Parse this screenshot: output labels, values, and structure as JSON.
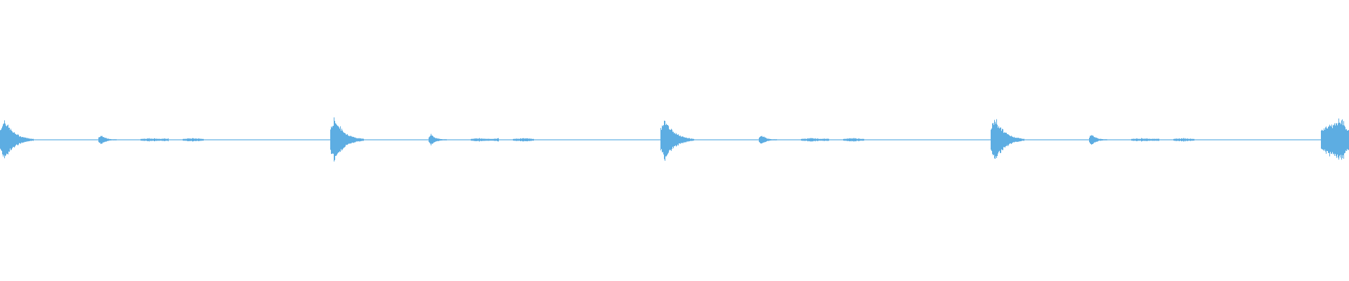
{
  "waveform": {
    "color": "#5dade2",
    "background": "#ffffff",
    "shape": "repeating percussive hits: a loud attack with fast decay, followed by a quieter secondary hit, separated by near-silence",
    "bars": [
      {
        "main_hit_peak": 0.95,
        "secondary_hit_peak": 0.22
      },
      {
        "main_hit_peak": 1.0,
        "secondary_hit_peak": 0.25
      },
      {
        "main_hit_peak": 0.95,
        "secondary_hit_peak": 0.22
      },
      {
        "main_hit_peak": 1.0,
        "secondary_hit_peak": 0.25
      },
      {
        "main_hit_peak": 0.95,
        "secondary_hit_peak": 0.0
      }
    ]
  }
}
